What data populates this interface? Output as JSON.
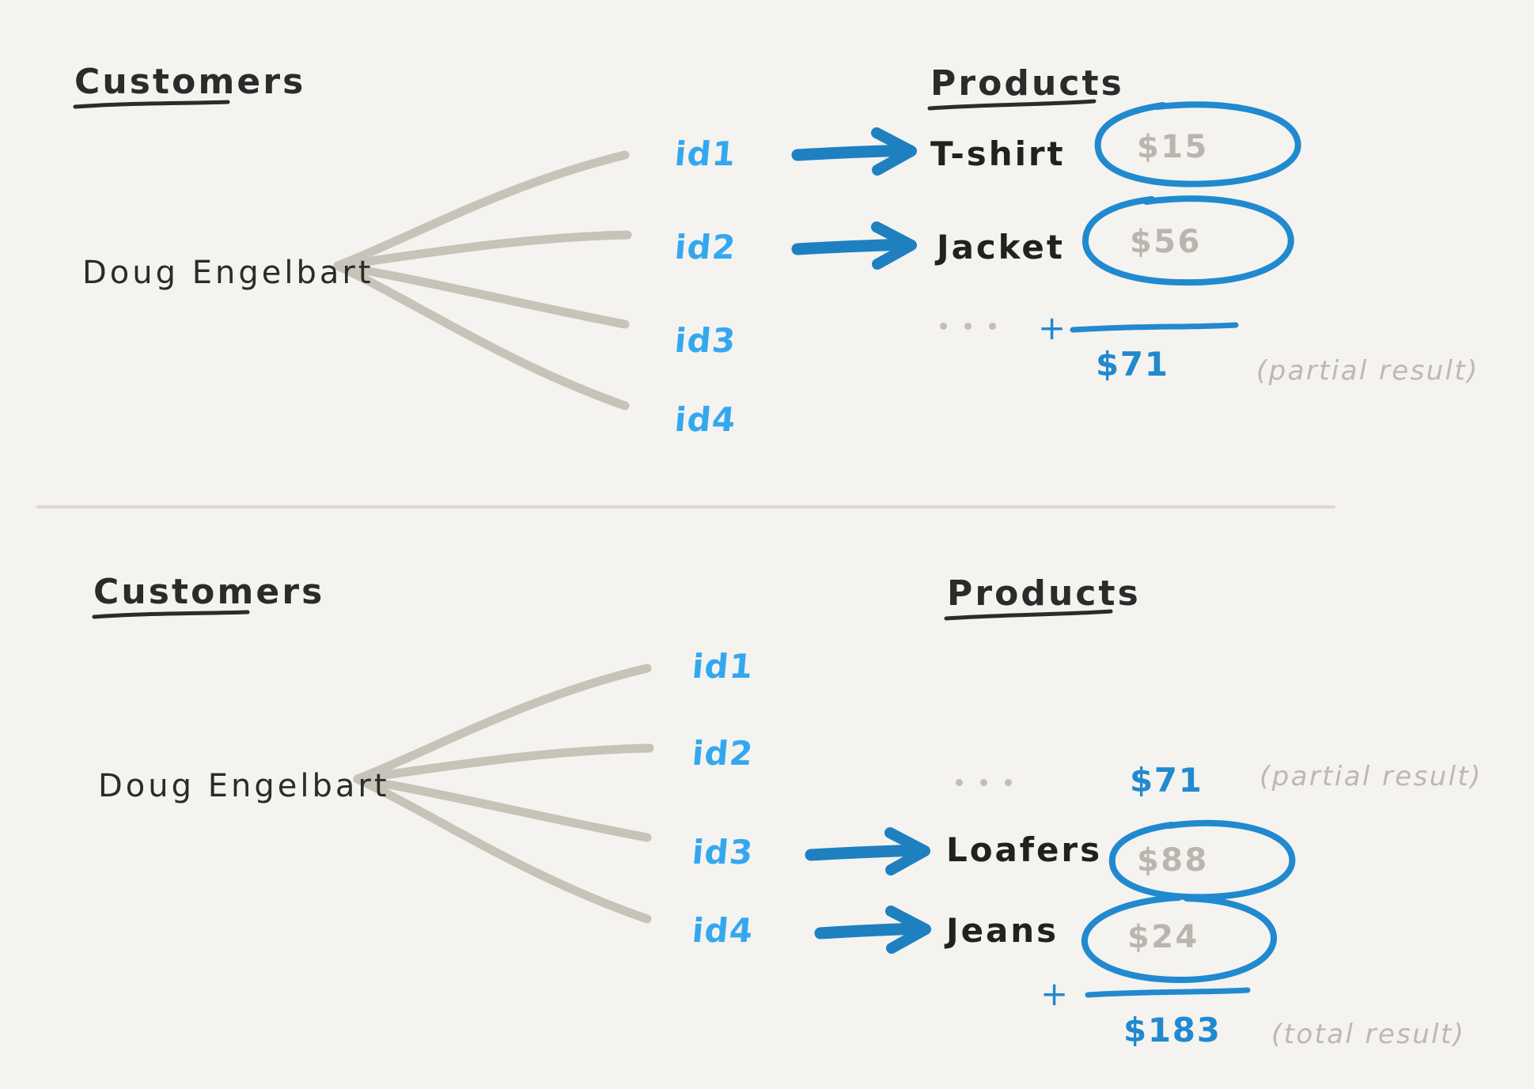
{
  "diagram": {
    "background_color": "#f4f3ef",
    "accent_blue": "#2189cf",
    "id_blue": "#34a8ef",
    "price_gray": "#b9b6ae",
    "curve_gray": "#c6c3b8",
    "ink_black": "#2b2b2b"
  },
  "panels": [
    {
      "key": "panel-top",
      "customers_heading": "Customers",
      "products_heading": "Products",
      "customer_name": "Doug Engelbart",
      "ids": [
        "id1",
        "id2",
        "id3",
        "id4"
      ],
      "rows": [
        {
          "id": "id1",
          "product": "T-shirt",
          "price": "$15",
          "has_arrow": true,
          "circled": true
        },
        {
          "id": "id2",
          "product": "Jacket",
          "price": "$56",
          "has_arrow": true,
          "circled": true
        },
        {
          "id": "id3",
          "product": "",
          "price": "",
          "has_arrow": false,
          "circled": false
        },
        {
          "id": "id4",
          "product": "",
          "price": "",
          "has_arrow": false,
          "circled": false
        }
      ],
      "ellipsis": "...",
      "plus_sign": "+",
      "result_amount": "$71",
      "result_note": "(partial result)"
    },
    {
      "key": "panel-bottom",
      "customers_heading": "Customers",
      "products_heading": "Products",
      "customer_name": "Doug Engelbart",
      "ids": [
        "id1",
        "id2",
        "id3",
        "id4"
      ],
      "rows": [
        {
          "id": "id1",
          "product": "",
          "price": "",
          "has_arrow": false,
          "circled": false
        },
        {
          "id": "id2",
          "product": "",
          "price": "",
          "has_arrow": false,
          "circled": false
        },
        {
          "id": "id3",
          "product": "Loafers",
          "price": "$88",
          "has_arrow": true,
          "circled": true
        },
        {
          "id": "id4",
          "product": "Jeans",
          "price": "$24",
          "has_arrow": true,
          "circled": true
        }
      ],
      "ellipsis": "...",
      "carried_amount": "$71",
      "carried_note": "(partial result)",
      "plus_sign": "+",
      "result_amount": "$183",
      "result_note": "(total result)"
    }
  ]
}
